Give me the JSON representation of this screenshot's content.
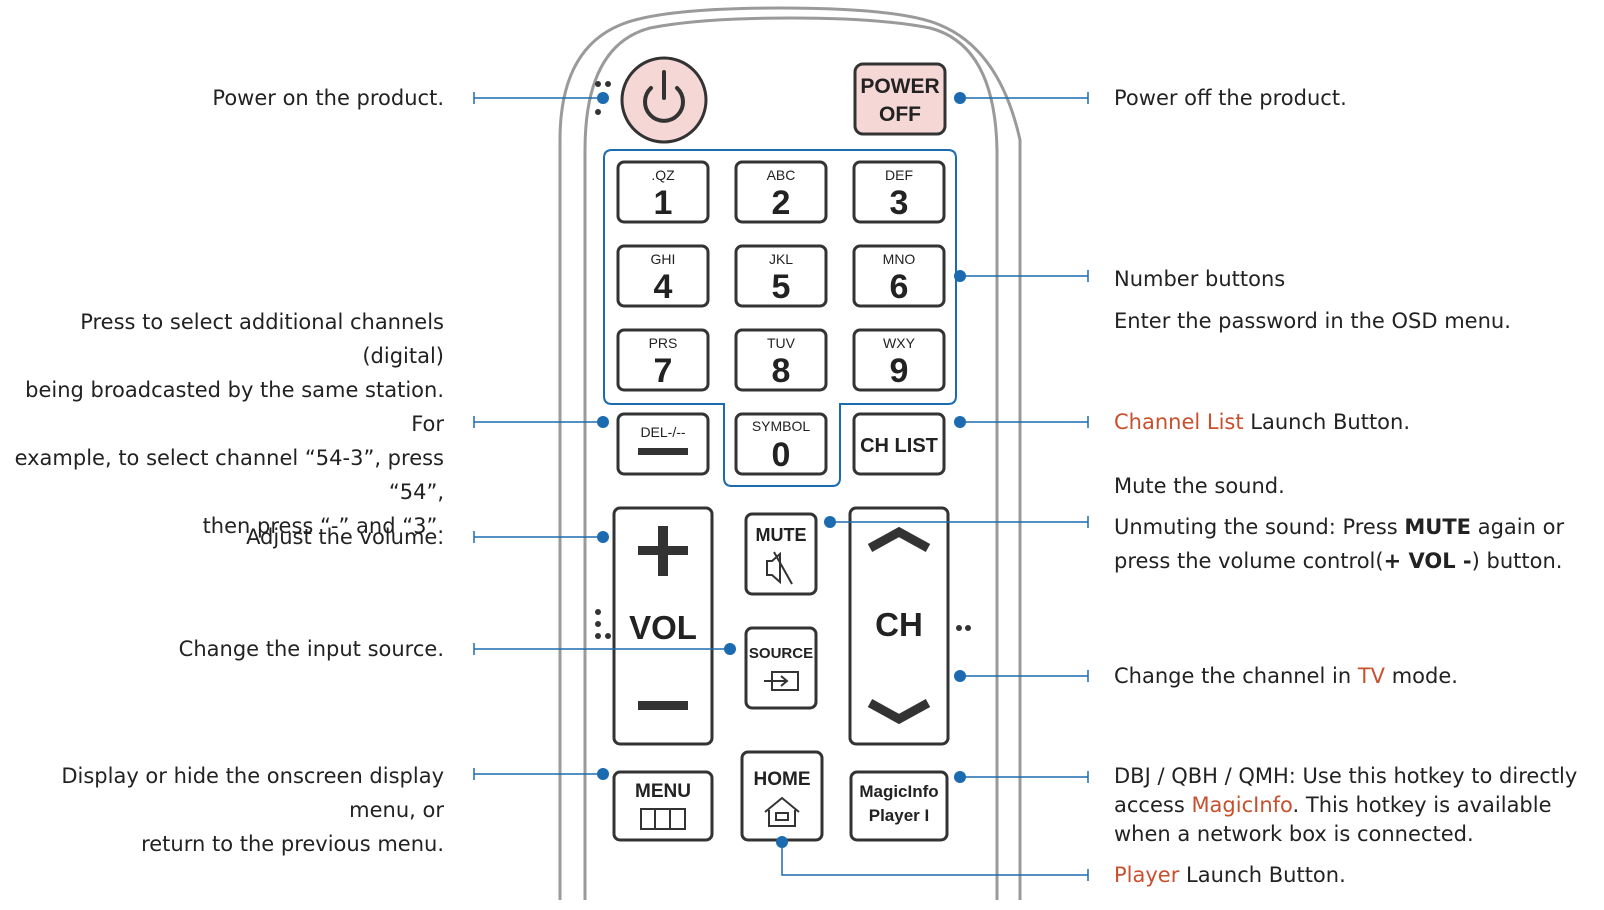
{
  "colors": {
    "accent_line": "#1c6bb0",
    "power_fill": "#f5d7d5",
    "highlight_text": "#c8502d",
    "body_outline": "#9a9a9a"
  },
  "buttons": {
    "power_on_icon": "power-icon",
    "power_off_line1": "POWER",
    "power_off_line2": "OFF",
    "numbers": [
      {
        "letters": ".QZ",
        "digit": "1"
      },
      {
        "letters": "ABC",
        "digit": "2"
      },
      {
        "letters": "DEF",
        "digit": "3"
      },
      {
        "letters": "GHI",
        "digit": "4"
      },
      {
        "letters": "JKL",
        "digit": "5"
      },
      {
        "letters": "MNO",
        "digit": "6"
      },
      {
        "letters": "PRS",
        "digit": "7"
      },
      {
        "letters": "TUV",
        "digit": "8"
      },
      {
        "letters": "WXY",
        "digit": "9"
      }
    ],
    "del": "DEL-/--",
    "symbol_label": "SYMBOL",
    "zero": "0",
    "ch_list": "CH LIST",
    "vol": "VOL",
    "mute": "MUTE",
    "ch": "CH",
    "source": "SOURCE",
    "menu": "MENU",
    "home": "HOME",
    "magicinfo_line1": "MagicInfo",
    "magicinfo_line2": "Player I"
  },
  "left_descriptions": {
    "power_on": "Power on the product.",
    "additional_channels": [
      "Press to select additional channels (digital)",
      "being broadcasted by the same station. For",
      "example, to select channel “54-3”, press “54”,",
      "then press “-” and “3”."
    ],
    "volume": "Adjust the volume.",
    "source": "Change the input source.",
    "menu": [
      "Display or hide the onscreen display menu, or",
      "return to the previous menu."
    ]
  },
  "right_descriptions": {
    "power_off": "Power off the product.",
    "number_buttons": "Number buttons",
    "number_password": "Enter the password in the OSD menu.",
    "channel_list_hl": "Channel List",
    "channel_list_rest": " Launch Button.",
    "mute_1": "Mute the sound.",
    "mute_2a": "Unmuting the sound: Press ",
    "mute_2b": "MUTE",
    "mute_2c": " again or",
    "mute_3a": "press the volume control(",
    "mute_3b": "+ VOL -",
    "mute_3c": ") button.",
    "channel_a": "Change the channel in ",
    "channel_hl": "TV",
    "channel_b": " mode.",
    "magic_1": "DBJ / QBH / QMH: Use this hotkey to directly",
    "magic_2a": "access ",
    "magic_2hl": "MagicInfo",
    "magic_2b": ". This hotkey is available",
    "magic_3": "when a network box is connected.",
    "player_hl": "Player",
    "player_rest": " Launch Button."
  }
}
